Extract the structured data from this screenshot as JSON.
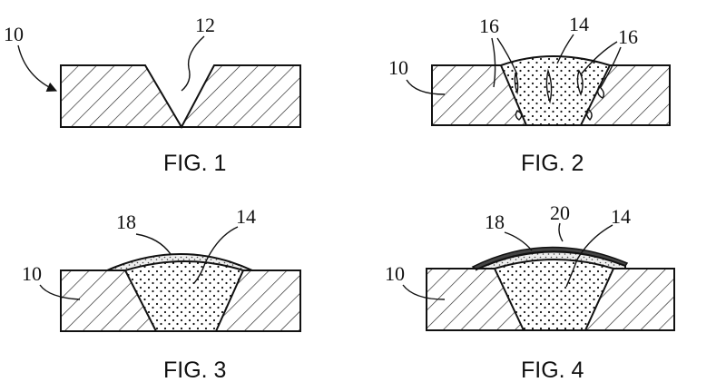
{
  "figures": [
    {
      "caption": "FIG. 1",
      "refs": {
        "plate": "10",
        "groove": "12"
      }
    },
    {
      "caption": "FIG. 2",
      "refs": {
        "plate": "10",
        "weld": "14",
        "defect_left": "16",
        "defect_right": "16"
      }
    },
    {
      "caption": "FIG. 3",
      "refs": {
        "plate": "10",
        "overlay": "18",
        "weld": "14"
      }
    },
    {
      "caption": "FIG. 4",
      "refs": {
        "plate": "10",
        "overlay": "18",
        "coating": "20",
        "weld": "14"
      }
    }
  ]
}
